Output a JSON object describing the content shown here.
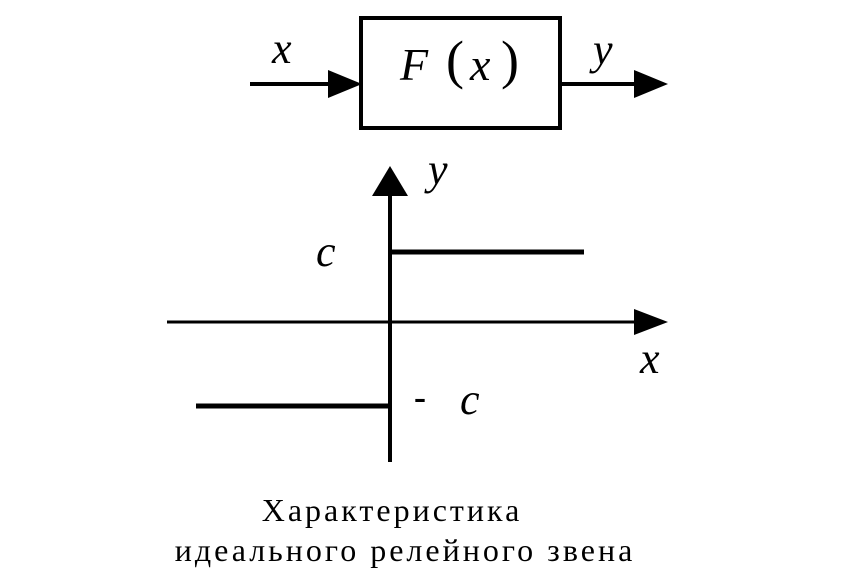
{
  "block": {
    "input_label": "x",
    "output_label": "y",
    "func_name": "F",
    "paren_open": "(",
    "func_arg": "x",
    "paren_close": ")"
  },
  "graph": {
    "y_axis_label": "y",
    "x_axis_label": "x",
    "upper_level_label": "c",
    "lower_level_sign": "-",
    "lower_level_label": "c"
  },
  "caption": {
    "line1": "Характеристика",
    "line2": "идеального релейного звена"
  },
  "colors": {
    "stroke": "#000000",
    "background": "#ffffff"
  }
}
